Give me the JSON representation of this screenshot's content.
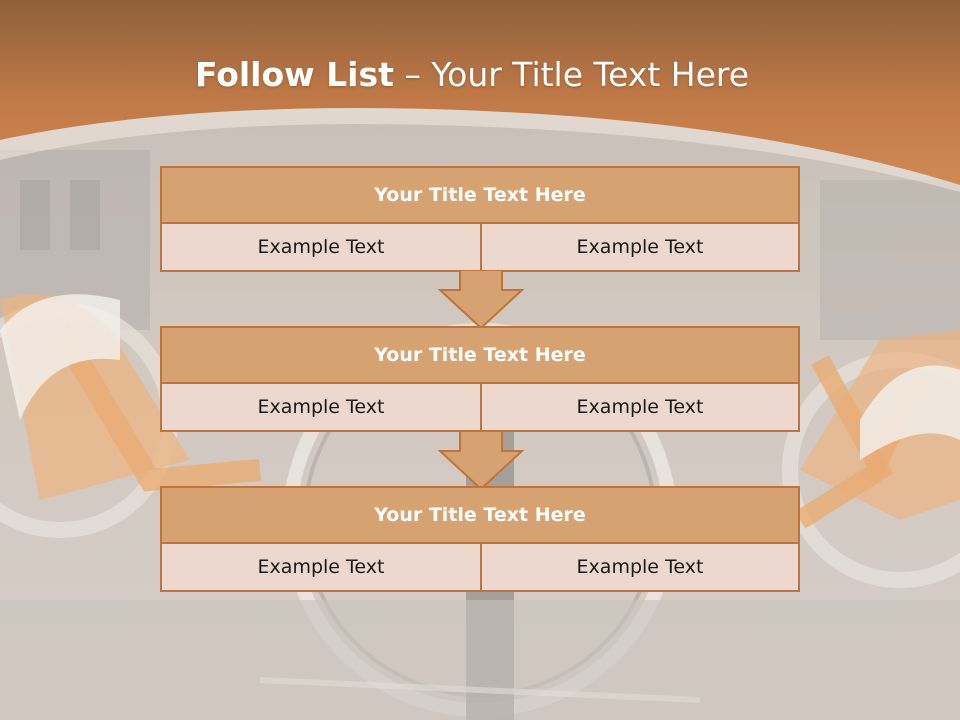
{
  "slide": {
    "title_bold": "Follow List",
    "title_rest": " – Your Title Text Here",
    "steps": [
      {
        "title": "Your Title Text Here",
        "left": "Example Text",
        "right": "Example Text"
      },
      {
        "title": "Your Title Text Here",
        "left": "Example Text",
        "right": "Example Text"
      },
      {
        "title": "Your Title Text Here",
        "left": "Example Text",
        "right": "Example Text"
      }
    ]
  },
  "colors": {
    "header_top": "#8f5f3a",
    "header_bottom": "#d08a54",
    "box_border": "#c0743b",
    "title_fill": "#d7a272",
    "cell_fill": "#ecd8cf",
    "arrow_fill": "#d7a272"
  }
}
